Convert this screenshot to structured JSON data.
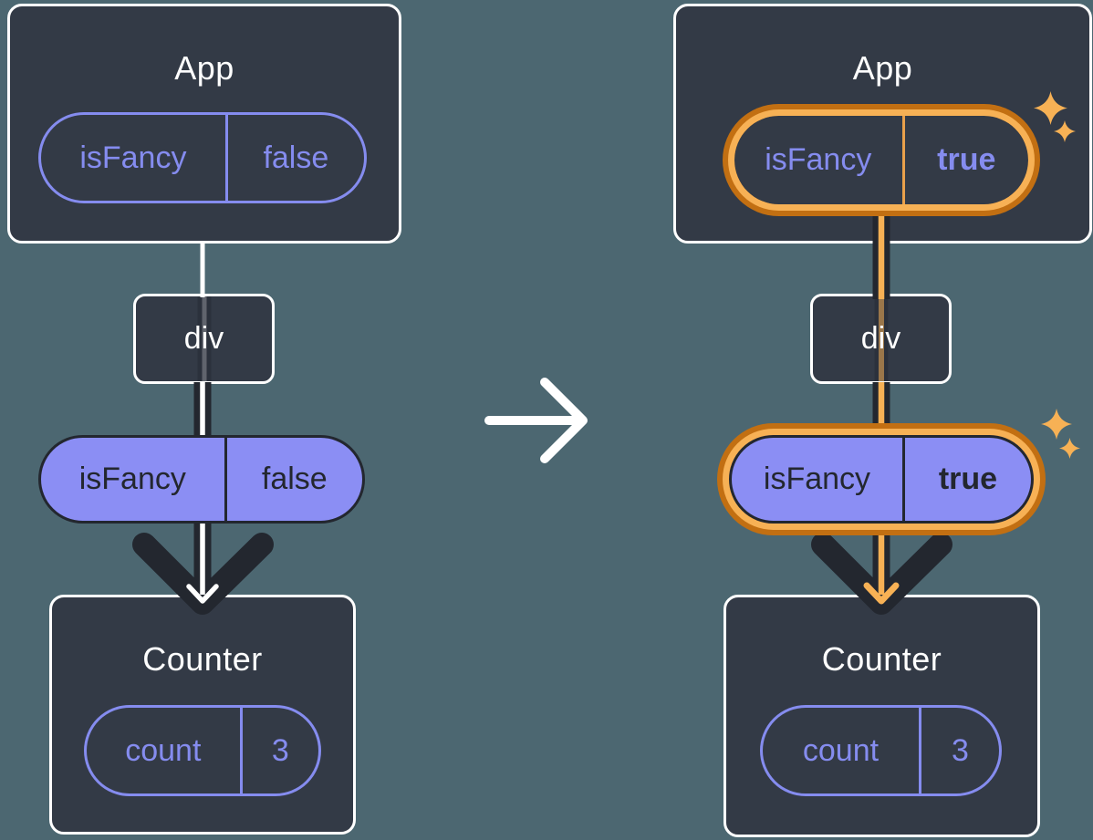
{
  "diagram": {
    "kind": "react-props-rerender-before-after",
    "before": {
      "app": {
        "title": "App",
        "prop": {
          "name": "isFancy",
          "value": "false"
        }
      },
      "div": {
        "label": "div"
      },
      "passed_prop": {
        "name": "isFancy",
        "value": "false"
      },
      "counter": {
        "title": "Counter",
        "state": {
          "name": "count",
          "value": "3"
        }
      }
    },
    "after": {
      "app": {
        "title": "App",
        "prop": {
          "name": "isFancy",
          "value": "true"
        }
      },
      "div": {
        "label": "div"
      },
      "passed_prop": {
        "name": "isFancy",
        "value": "true"
      },
      "counter": {
        "title": "Counter",
        "state": {
          "name": "count",
          "value": "3"
        }
      }
    },
    "icons": {
      "transition": "arrow-right",
      "highlight": "sparkle"
    },
    "colors": {
      "background": "#4C6771",
      "surface": "#333A46",
      "surface_border": "#FFFFFF",
      "accent_purple": "#858CEF",
      "pill_fill_purple": "#8B8EF4",
      "ink_dark": "#23272F",
      "highlight_orange": "#F7B155",
      "highlight_orange_deep": "#C26F12"
    }
  }
}
